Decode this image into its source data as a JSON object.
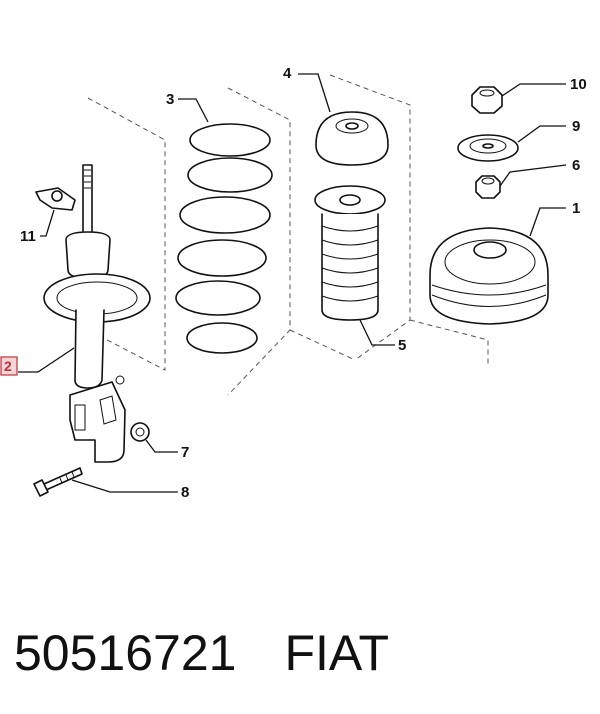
{
  "callouts": {
    "c1": "1",
    "c2": "2",
    "c3": "3",
    "c4": "4",
    "c5": "5",
    "c6": "6",
    "c7": "7",
    "c8": "8",
    "c9": "9",
    "c10": "10",
    "c11": "11"
  },
  "footer": {
    "part_number": "50516721",
    "brand": "FIAT"
  },
  "colors": {
    "highlight": "#c0303a",
    "line": "#111111"
  }
}
